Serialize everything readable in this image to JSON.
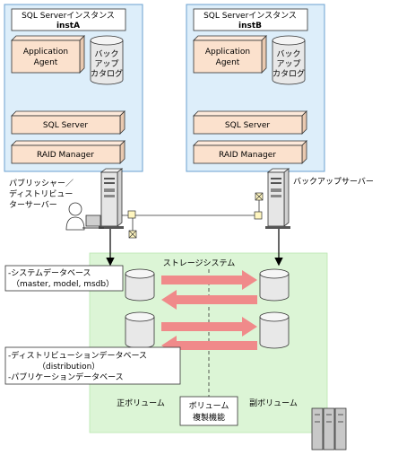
{
  "instance_a": {
    "title_line1": "SQL Serverインスタンス",
    "title_line2": "instA",
    "agent_line1": "Application",
    "agent_line2": "Agent",
    "catalog_line1": "バック",
    "catalog_line2": "アップ",
    "catalog_line3": "カタログ",
    "sql_server": "SQL Server",
    "raid_manager": "RAID Manager"
  },
  "instance_b": {
    "title_line1": "SQL Serverインスタンス",
    "title_line2": "instB",
    "agent_line1": "Application",
    "agent_line2": "Agent",
    "catalog_line1": "バック",
    "catalog_line2": "アップ",
    "catalog_line3": "カタログ",
    "sql_server": "SQL Server",
    "raid_manager": "RAID Manager"
  },
  "publisher_label": {
    "line1": "パブリッシャー／",
    "line2": "ディストリビュー",
    "line3": "ターサーバー"
  },
  "backup_server_label": "バックアップサーバー",
  "storage": {
    "title": "ストレージシステム",
    "system_db_line1": "-システムデータベース",
    "system_db_line2": "（master, model, msdb）",
    "dist_db_line1": "-ディストリビューションデータベース",
    "dist_db_line2": "（distribution）",
    "dist_db_line3": "-パブリケーションデータベース",
    "primary_volume": "正ボリューム",
    "secondary_volume": "副ボリューム",
    "replication_line1": "ボリューム",
    "replication_line2": "複製機能"
  },
  "colors": {
    "instance_bg": "#ddeefa",
    "instance_border": "#6aa0d0",
    "component_bg": "#fbe1cd",
    "storage_bg": "#dcf5d6",
    "arrow": "#f08a8a",
    "disk": "#e8e8e8"
  }
}
